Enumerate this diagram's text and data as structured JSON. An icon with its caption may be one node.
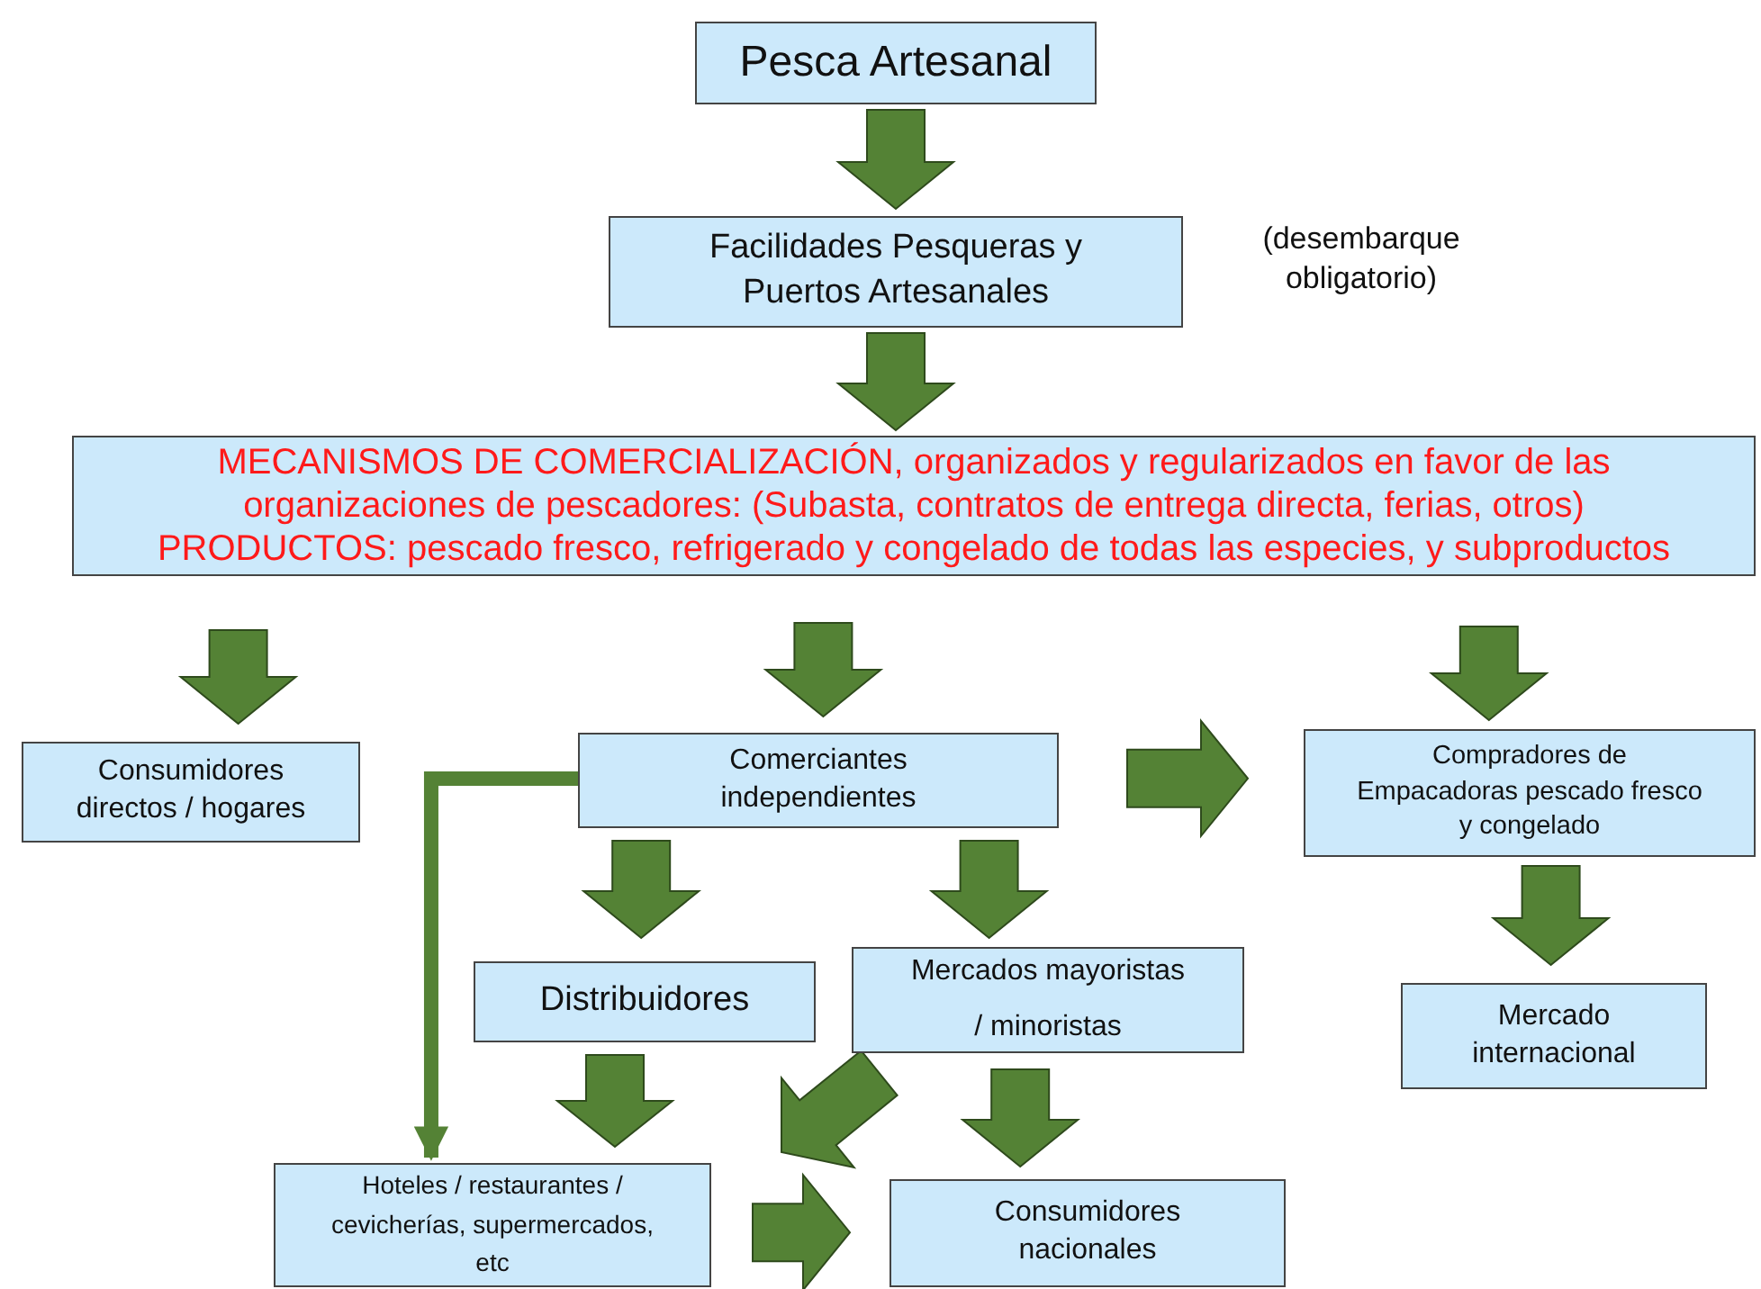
{
  "diagram": {
    "nodes": [
      {
        "text": [
          "Pesca Artesanal"
        ]
      },
      {
        "text": [
          "Facilidades Pesqueras y Puertos Artesanales"
        ],
        "beside": [
          "(desembarque obligatorio)"
        ]
      },
      {
        "text": [
          "MECANISMOS DE COMERCIALIZACIÓN, organizados y regularizados en favor de las organizaciones de pescadores: (Subasta, contratos de entrega directa, ferias, otros)",
          "PRODUCTOS: pescado fresco, refrigerado y congelado de todas las especies, y subproductos"
        ]
      },
      {
        "text": [
          "Consumidores directos / hogares"
        ]
      },
      {
        "text": [
          "Comerciantes independientes"
        ]
      },
      {
        "text": [
          "Compradores de Empacadoras pescado fresco y congelado"
        ]
      },
      {
        "text": [
          "Distribuidores"
        ]
      },
      {
        "text": [
          "Mercados mayoristas / minoristas"
        ]
      },
      {
        "text": [
          "Mercado internacional"
        ]
      },
      {
        "text": [
          "Hoteles / restaurantes / cevicherías, supermercados, etc"
        ]
      },
      {
        "text": [
          "Consumidores nacionales"
        ]
      }
    ],
    "edges": [
      {
        "from": 0,
        "to": 1,
        "arrow": "to"
      },
      {
        "from": 1,
        "to": 2,
        "arrow": "to"
      },
      {
        "from": 2,
        "to": 3,
        "arrow": "to"
      },
      {
        "from": 2,
        "to": 4,
        "arrow": "to"
      },
      {
        "from": 2,
        "to": 5,
        "arrow": "to"
      },
      {
        "from": 4,
        "to": 5,
        "arrow": "to"
      },
      {
        "from": 4,
        "to": 9,
        "arrow": "to"
      },
      {
        "from": 4,
        "to": 6,
        "arrow": "to"
      },
      {
        "from": 4,
        "to": 7,
        "arrow": "to"
      },
      {
        "from": 5,
        "to": 8,
        "arrow": "to"
      },
      {
        "from": 6,
        "to": 9,
        "arrow": "to"
      },
      {
        "from": 7,
        "to": 9,
        "arrow": "to"
      },
      {
        "from": 7,
        "to": 10,
        "arrow": "to"
      },
      {
        "from": 9,
        "to": 10,
        "arrow": "to"
      }
    ]
  }
}
